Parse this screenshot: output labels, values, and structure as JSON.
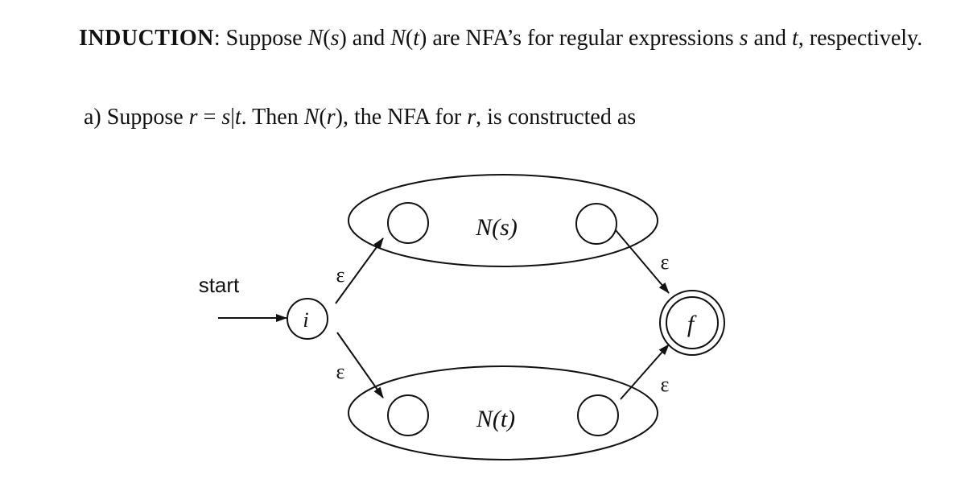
{
  "induction": {
    "label": "INDUCTION",
    "text": [
      ": Suppose ",
      "N",
      "(",
      "s",
      ") and ",
      "N",
      "(",
      "t",
      ") are NFA’s for regular expressions ",
      "s",
      " and ",
      "t",
      ", respectively."
    ]
  },
  "item_a": {
    "marker": "a)",
    "text": [
      " Suppose ",
      "r",
      " = ",
      "s",
      "|",
      "t",
      ". Then ",
      "N",
      "(",
      "r",
      "), the NFA for ",
      "r",
      ", is constructed as"
    ]
  },
  "diagram": {
    "start_label": "start",
    "nfa_s_label": "N(s)",
    "nfa_t_label": "N(t)",
    "initial_state": "i",
    "final_state": "f",
    "epsilon": "ε"
  }
}
